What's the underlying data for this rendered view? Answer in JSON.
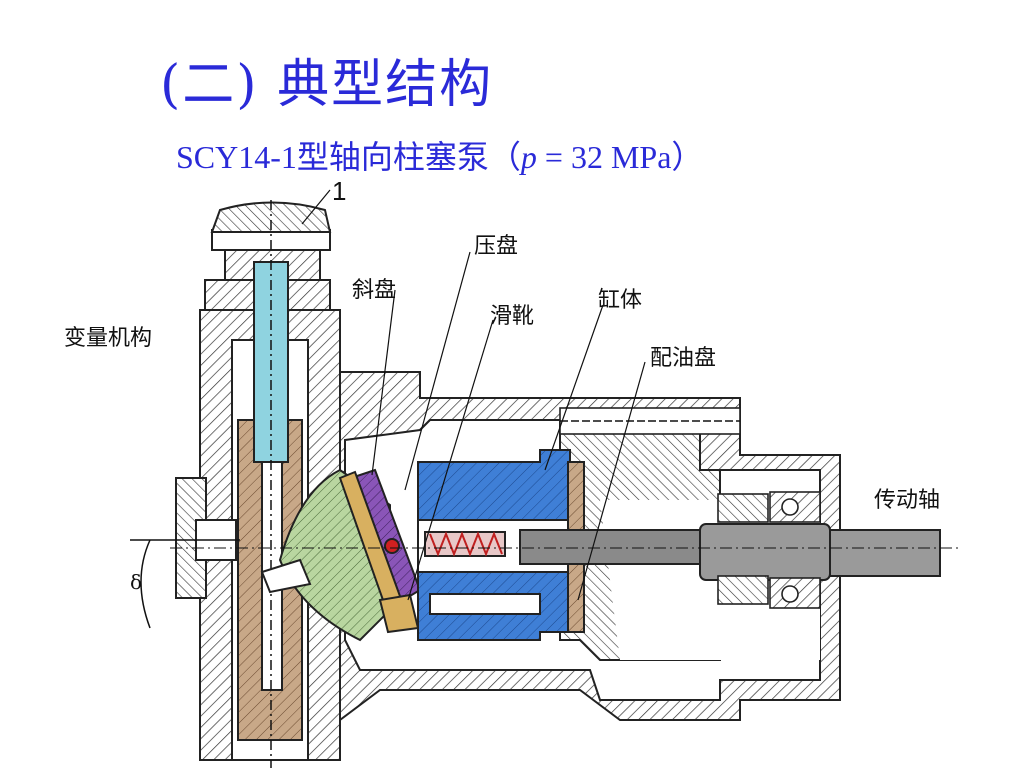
{
  "title": "(二) 典型结构",
  "subtitle": {
    "prefix": "SCY14-1型轴向柱塞泵（",
    "var": "p",
    "suffix": " = 32 MPa）"
  },
  "labels": {
    "part_number": "1",
    "pressure_plate": "压盘",
    "swash_plate": "斜盘",
    "slipper": "滑靴",
    "cylinder_block": "缸体",
    "valve_plate": "配油盘",
    "variable_mechanism": "变量机构",
    "drive_shaft": "传动轴",
    "angle_symbol": "δ"
  },
  "colors": {
    "title_blue": "#2a2ad8",
    "cylinder_blue": "#3f7fd6",
    "shaft_gray": "#8a8a8a",
    "piston_light_blue": "#8fd3e0",
    "swash_green": "#b9d6a0",
    "purple_plate": "#8a55b8",
    "brown_body": "#c8a888",
    "hatch": "#333333"
  }
}
